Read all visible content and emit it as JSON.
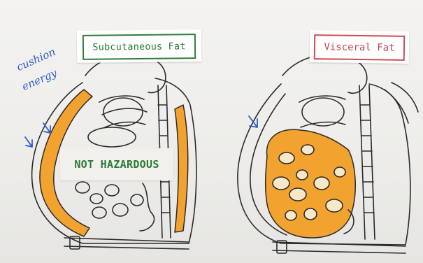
{
  "labels": {
    "subcutaneous_fat": "Subcutaneous Fat",
    "visceral_fat": "Visceral Fat",
    "not_hazardous": "NOT HAZARDOUS"
  },
  "handwritten_note": {
    "line1": "cushion",
    "line2": "energy"
  },
  "colors": {
    "fat": "#f2a22f",
    "subcutaneous_label": "#2f7f38",
    "visceral_label": "#cf4b52",
    "note_ink": "#2d5bc9",
    "outline": "#2b2b2b"
  },
  "icons": [
    "arrow-down-right-icon"
  ]
}
